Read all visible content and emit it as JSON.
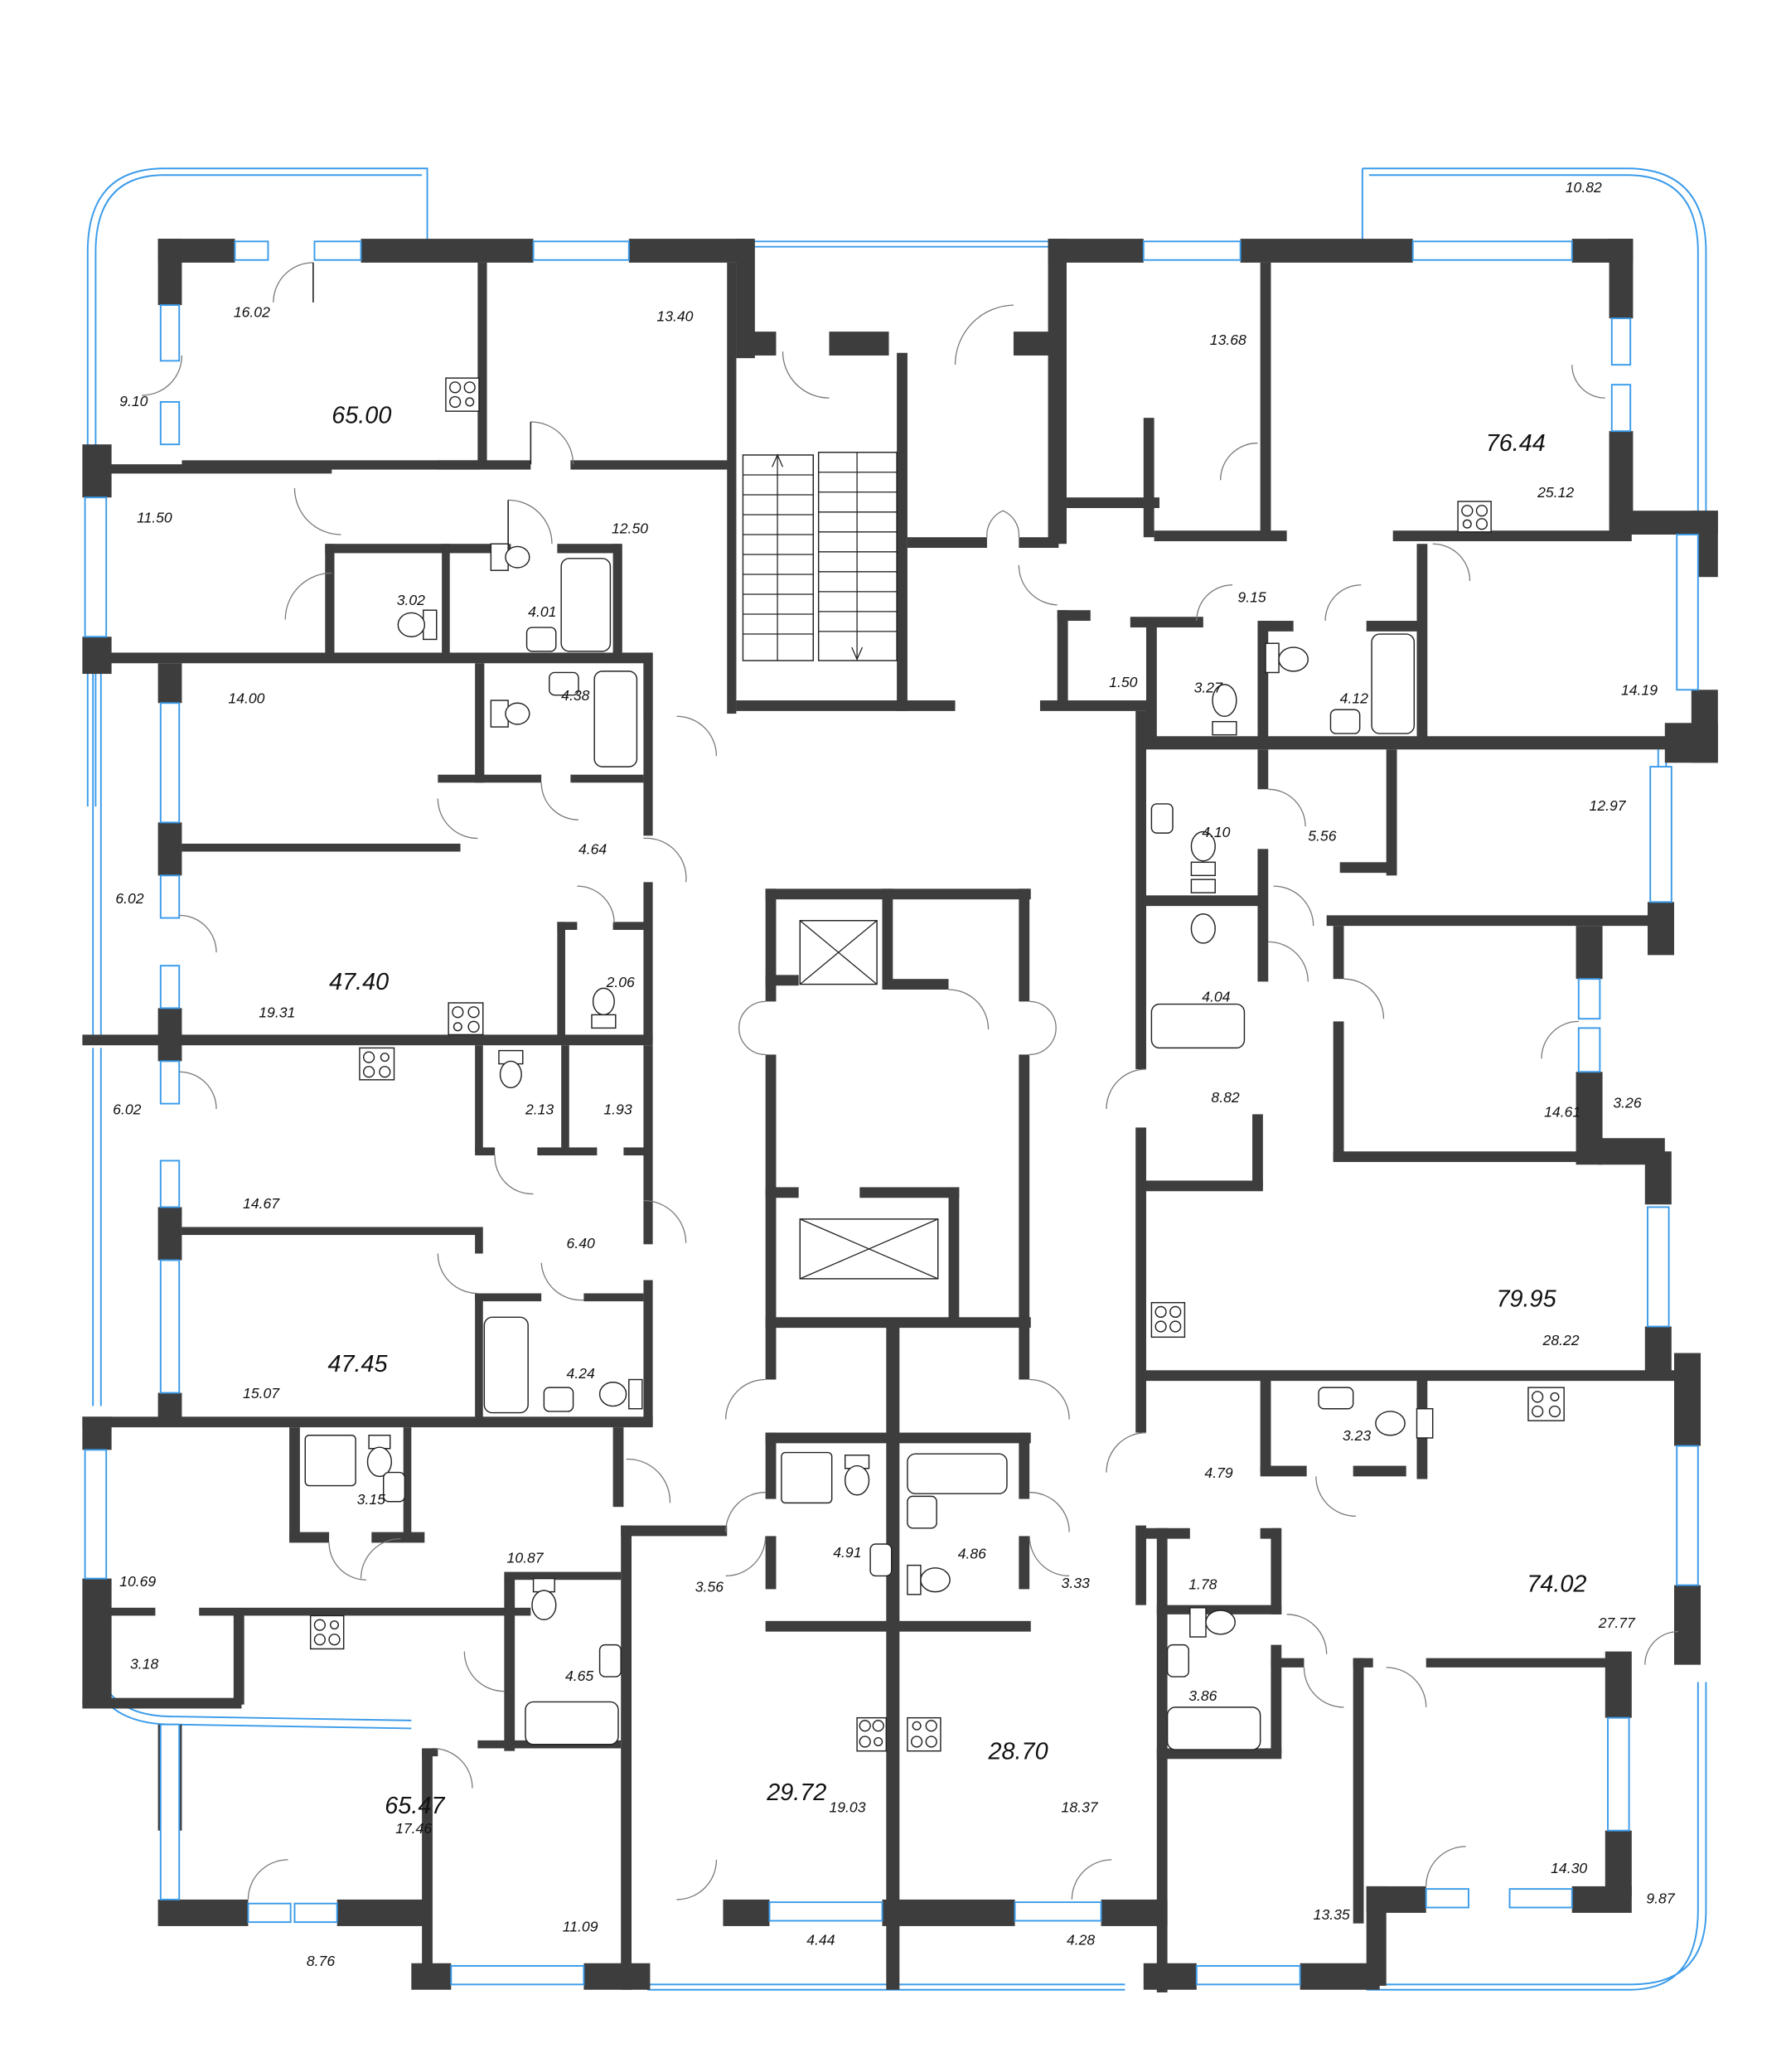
{
  "plan": {
    "wall_color": "#3d3d3d",
    "glazing_color": "#3a9bea",
    "background": "#ffffff",
    "apartments": [
      {
        "id": "apt-nw",
        "total": "65.00",
        "rooms": [
          "16.02",
          "13.40",
          "11.50",
          "12.50",
          "3.02",
          "4.01",
          "9.10"
        ]
      },
      {
        "id": "apt-ne",
        "total": "76.44",
        "rooms": [
          "13.68",
          "25.12",
          "9.15",
          "1.50",
          "3.27",
          "4.12",
          "14.19",
          "10.82"
        ]
      },
      {
        "id": "apt-w1",
        "total": "47.40",
        "rooms": [
          "14.00",
          "4.38",
          "4.64",
          "19.31",
          "2.06",
          "6.02"
        ]
      },
      {
        "id": "apt-w2",
        "total": "47.45",
        "rooms": [
          "14.67",
          "2.13",
          "1.93",
          "6.40",
          "15.07",
          "4.24",
          "6.02"
        ]
      },
      {
        "id": "apt-e1",
        "total": "79.95",
        "rooms": [
          "4.10",
          "5.56",
          "12.97",
          "4.04",
          "8.82",
          "14.61",
          "3.26",
          "28.22"
        ]
      },
      {
        "id": "apt-sw",
        "total": "65.47",
        "rooms": [
          "10.69",
          "3.15",
          "10.87",
          "3.18",
          "4.65",
          "17.46",
          "11.09",
          "8.76"
        ]
      },
      {
        "id": "apt-s1",
        "total": "29.72",
        "rooms": [
          "3.56",
          "4.91",
          "19.03",
          "4.44"
        ]
      },
      {
        "id": "apt-s2",
        "total": "28.70",
        "rooms": [
          "4.86",
          "3.33",
          "18.37",
          "4.28"
        ]
      },
      {
        "id": "apt-se",
        "total": "74.02",
        "rooms": [
          "4.79",
          "3.23",
          "1.78",
          "3.86",
          "27.77",
          "13.35",
          "14.30",
          "9.87"
        ]
      }
    ],
    "labels": {
      "t65_00": "65.00",
      "r16_02": "16.02",
      "r13_40": "13.40",
      "r9_10": "9.10",
      "r11_50": "11.50",
      "r12_50": "12.50",
      "r3_02": "3.02",
      "r4_01": "4.01",
      "t76_44": "76.44",
      "r13_68": "13.68",
      "r25_12": "25.12",
      "r10_82": "10.82",
      "r9_15": "9.15",
      "r1_50": "1.50",
      "r3_27": "3.27",
      "r4_12": "4.12",
      "r14_19": "14.19",
      "r14_00": "14.00",
      "r4_38": "4.38",
      "r4_64": "4.64",
      "t47_40": "47.40",
      "r19_31": "19.31",
      "r2_06": "2.06",
      "r6_02a": "6.02",
      "r6_02b": "6.02",
      "r2_13": "2.13",
      "r1_93": "1.93",
      "r14_67": "14.67",
      "r6_40": "6.40",
      "t47_45": "47.45",
      "r15_07": "15.07",
      "r4_24": "4.24",
      "r4_10": "4.10",
      "r5_56": "5.56",
      "r12_97": "12.97",
      "r4_04": "4.04",
      "r8_82": "8.82",
      "r14_61": "14.61",
      "r3_26": "3.26",
      "t79_95": "79.95",
      "r28_22": "28.22",
      "r3_15": "3.15",
      "r10_69": "10.69",
      "r10_87": "10.87",
      "r3_18": "3.18",
      "r4_65": "4.65",
      "t65_47": "65.47",
      "r17_46": "17.46",
      "r11_09": "11.09",
      "r8_76": "8.76",
      "r3_56": "3.56",
      "r4_91": "4.91",
      "t29_72": "29.72",
      "r19_03": "19.03",
      "r4_44": "4.44",
      "r4_86": "4.86",
      "r3_33": "3.33",
      "t28_70": "28.70",
      "r18_37": "18.37",
      "r4_28": "4.28",
      "r4_79": "4.79",
      "r3_23": "3.23",
      "r1_78": "1.78",
      "r3_86": "3.86",
      "t74_02": "74.02",
      "r27_77": "27.77",
      "r13_35": "13.35",
      "r14_30": "14.30",
      "r9_87": "9.87"
    },
    "core": {
      "stair_arrows": [
        "up-arrow",
        "down-arrow"
      ],
      "elevators": 2
    }
  }
}
